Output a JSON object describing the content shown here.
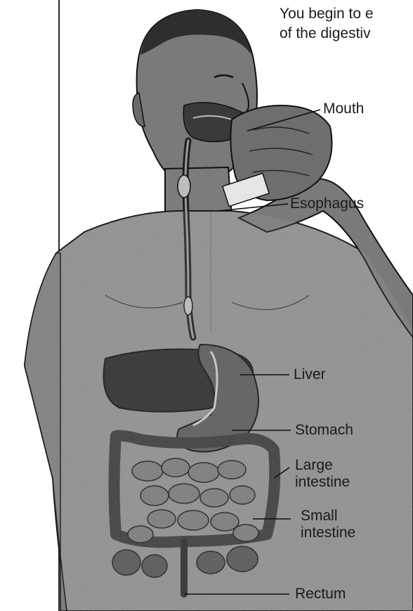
{
  "intro_text": {
    "line1": "You begin to e",
    "line2": "of the digestiv"
  },
  "labels": {
    "mouth": "Mouth",
    "esophagus": "Esophagus",
    "liver": "Liver",
    "stomach": "Stomach",
    "large_intestine_line1": "Large",
    "large_intestine_line2": "intestine",
    "small_intestine_line1": "Small",
    "small_intestine_line2": "intestine",
    "rectum": "Rectum"
  },
  "colors": {
    "skin_mid": "#8f8f8f",
    "skin_dark": "#4a4a4a",
    "organ_dark": "#2b2b2b",
    "intestine": "#6e6e6e",
    "line": "#111111"
  }
}
